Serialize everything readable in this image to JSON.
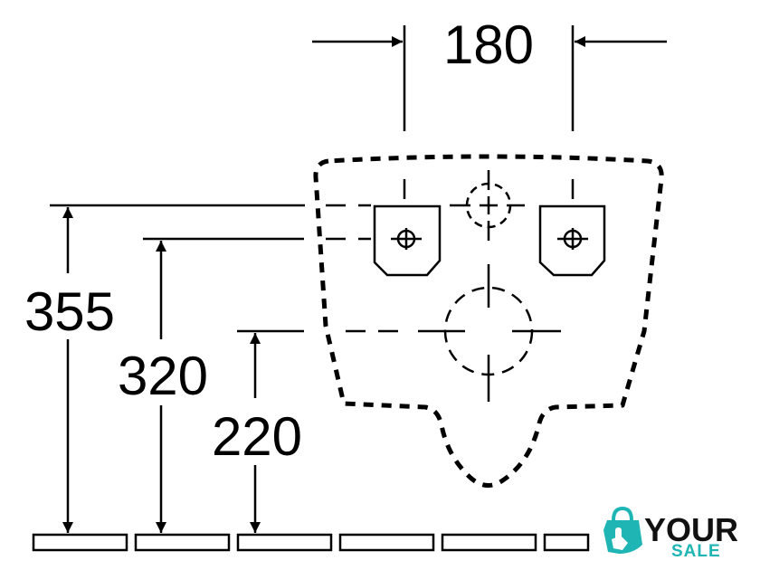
{
  "drawing": {
    "dimensions": {
      "width": "180",
      "height_355": "355",
      "height_320": "320",
      "height_220": "220"
    }
  },
  "logo": {
    "word_top": "YOUR",
    "word_bottom": "SALE",
    "accent_color": "#1fb5b5",
    "text_color": "#111111",
    "icon": "shopping-bag-hand-icon"
  },
  "colors": {
    "line": "#000000",
    "background": "#ffffff"
  }
}
